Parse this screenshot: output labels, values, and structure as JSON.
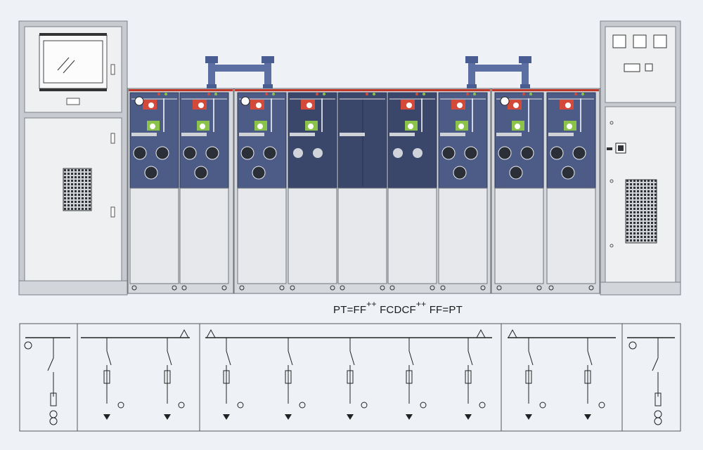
{
  "caption": {
    "part1": "PT=FF",
    "part2": "FCDCF",
    "part3": "FF=PT",
    "superscript": "++"
  },
  "colors": {
    "cabinet_frame": "#c9ccd0",
    "cabinet_face": "#eef0f2",
    "ring_unit_blue": "#4c5c86",
    "ring_unit_dark": "#3a466a",
    "top_strip_red": "#c0392b",
    "busbar_blue": "#5b6fa3",
    "indicator_red": "#d44a3a",
    "indicator_green": "#8bc34a",
    "line_color": "#222222"
  },
  "elements": {
    "left_cabinet": "PT cabinet (left)",
    "right_cabinet": "PT cabinet (right)",
    "units": [
      "F",
      "F",
      "F",
      "C",
      "D",
      "C",
      "F",
      "F",
      "F"
    ]
  }
}
